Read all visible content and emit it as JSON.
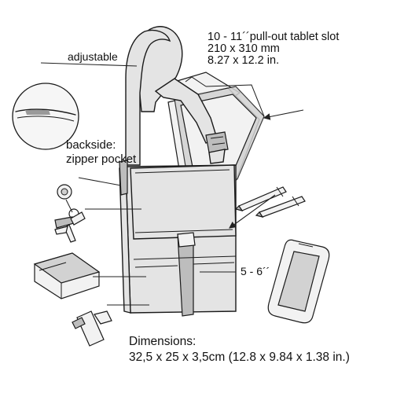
{
  "labels": {
    "tablet_slot": {
      "line1": "10 - 11´´pull-out tablet slot",
      "line2": "210 x 310 mm",
      "line3": "8.27 x 12.2 in."
    },
    "strap": "adjustable",
    "back_pocket": {
      "line1": "backside:",
      "line2": "zipper pocket"
    },
    "phone_pocket": "5 - 6´´",
    "dimensions": {
      "line1": "Dimensions:",
      "line2": "32,5 x 25 x 3,5cm (12.8 x 9.84 x 1.38 in.)"
    }
  }
}
